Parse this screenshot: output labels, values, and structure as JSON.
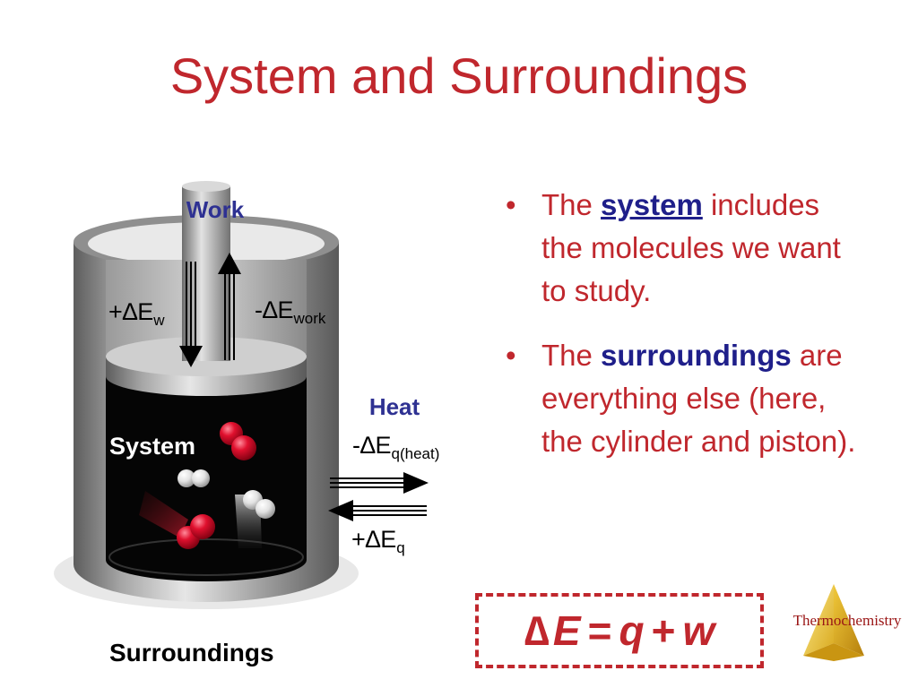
{
  "slide": {
    "title": "System and Surroundings"
  },
  "diagram": {
    "work_label": "Work",
    "heat_label": "Heat",
    "system_label": "System",
    "surroundings_label": "Surroundings",
    "dEw_prefix": "+∆E",
    "dEw_sub": "w",
    "dEwork_prefix": "-∆E",
    "dEwork_sub": "work",
    "dEqheat_prefix": "-∆E",
    "dEqheat_sub": "q(heat)",
    "dEq_prefix": "+∆E",
    "dEq_sub": "q"
  },
  "bullets": [
    {
      "pre": "The ",
      "keyword": "system",
      "post": " includes the molecules we want to study."
    },
    {
      "pre": "The ",
      "keyword": "surroundings",
      "post": " are everything else (here, the cylinder and piston)."
    }
  ],
  "formula": {
    "delta": "∆",
    "E": "E",
    "eq": "=",
    "q": "q",
    "plus": "+",
    "w": "w"
  },
  "footer": {
    "logo_text": "Thermochemistry"
  },
  "colors": {
    "title_red": "#c0272d",
    "keyword_blue": "#1f1f8a",
    "logo_yellow": "#f2d24a"
  }
}
